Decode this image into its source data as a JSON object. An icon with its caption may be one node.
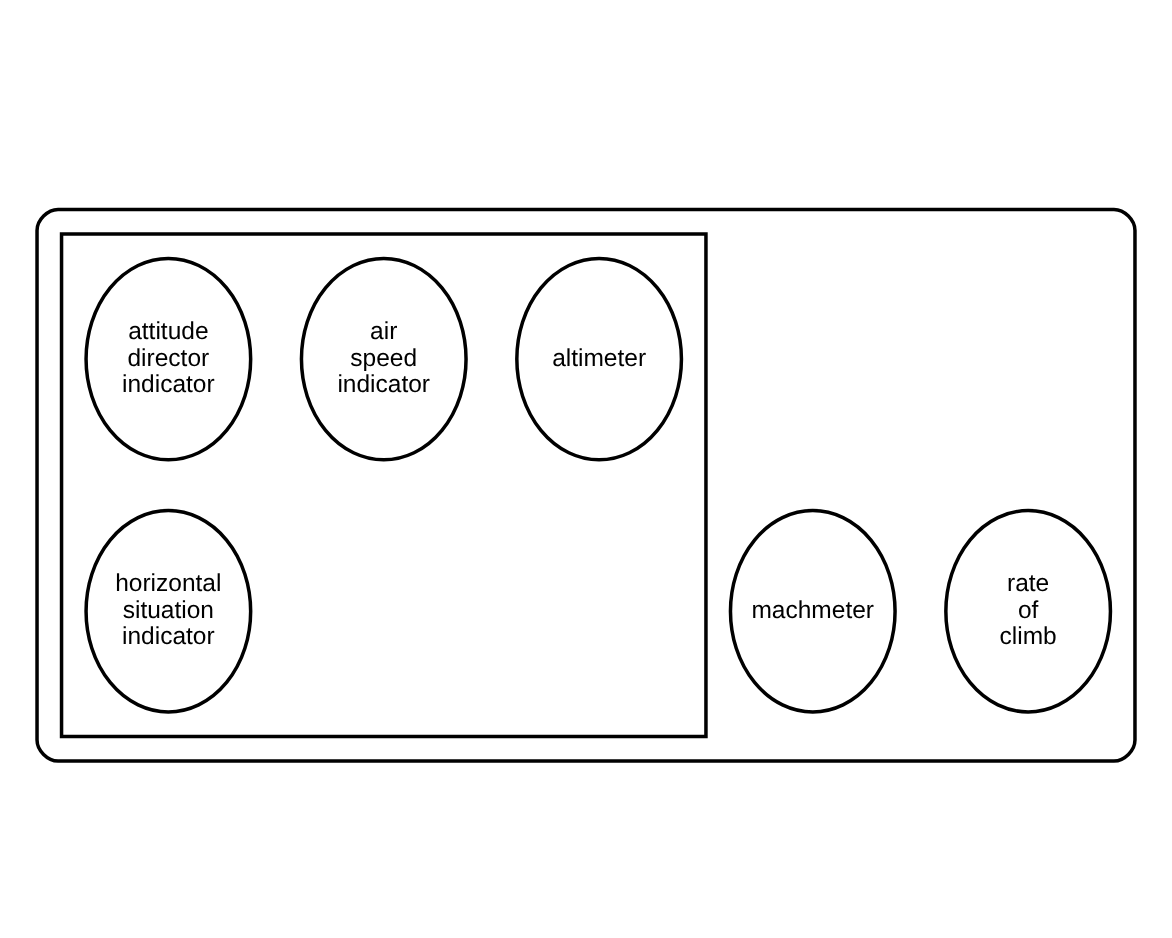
{
  "diagram": {
    "nodes": [
      {
        "text": [],
        "shape": "box"
      },
      {
        "text": [],
        "shape": "box",
        "in": 0
      },
      {
        "text": [
          "air speed indicator"
        ],
        "in": 1
      },
      {
        "text": [
          "attitude director indicator"
        ],
        "in": 1
      },
      {
        "text": [
          "altimeter"
        ],
        "in": 1
      },
      {
        "text": [
          "machmeter"
        ],
        "in": 0
      },
      {
        "text": [
          "horizontal situation indicator"
        ],
        "in": 1
      },
      {
        "text": [
          "rate of climb"
        ],
        "in": 0
      }
    ],
    "edges": []
  }
}
